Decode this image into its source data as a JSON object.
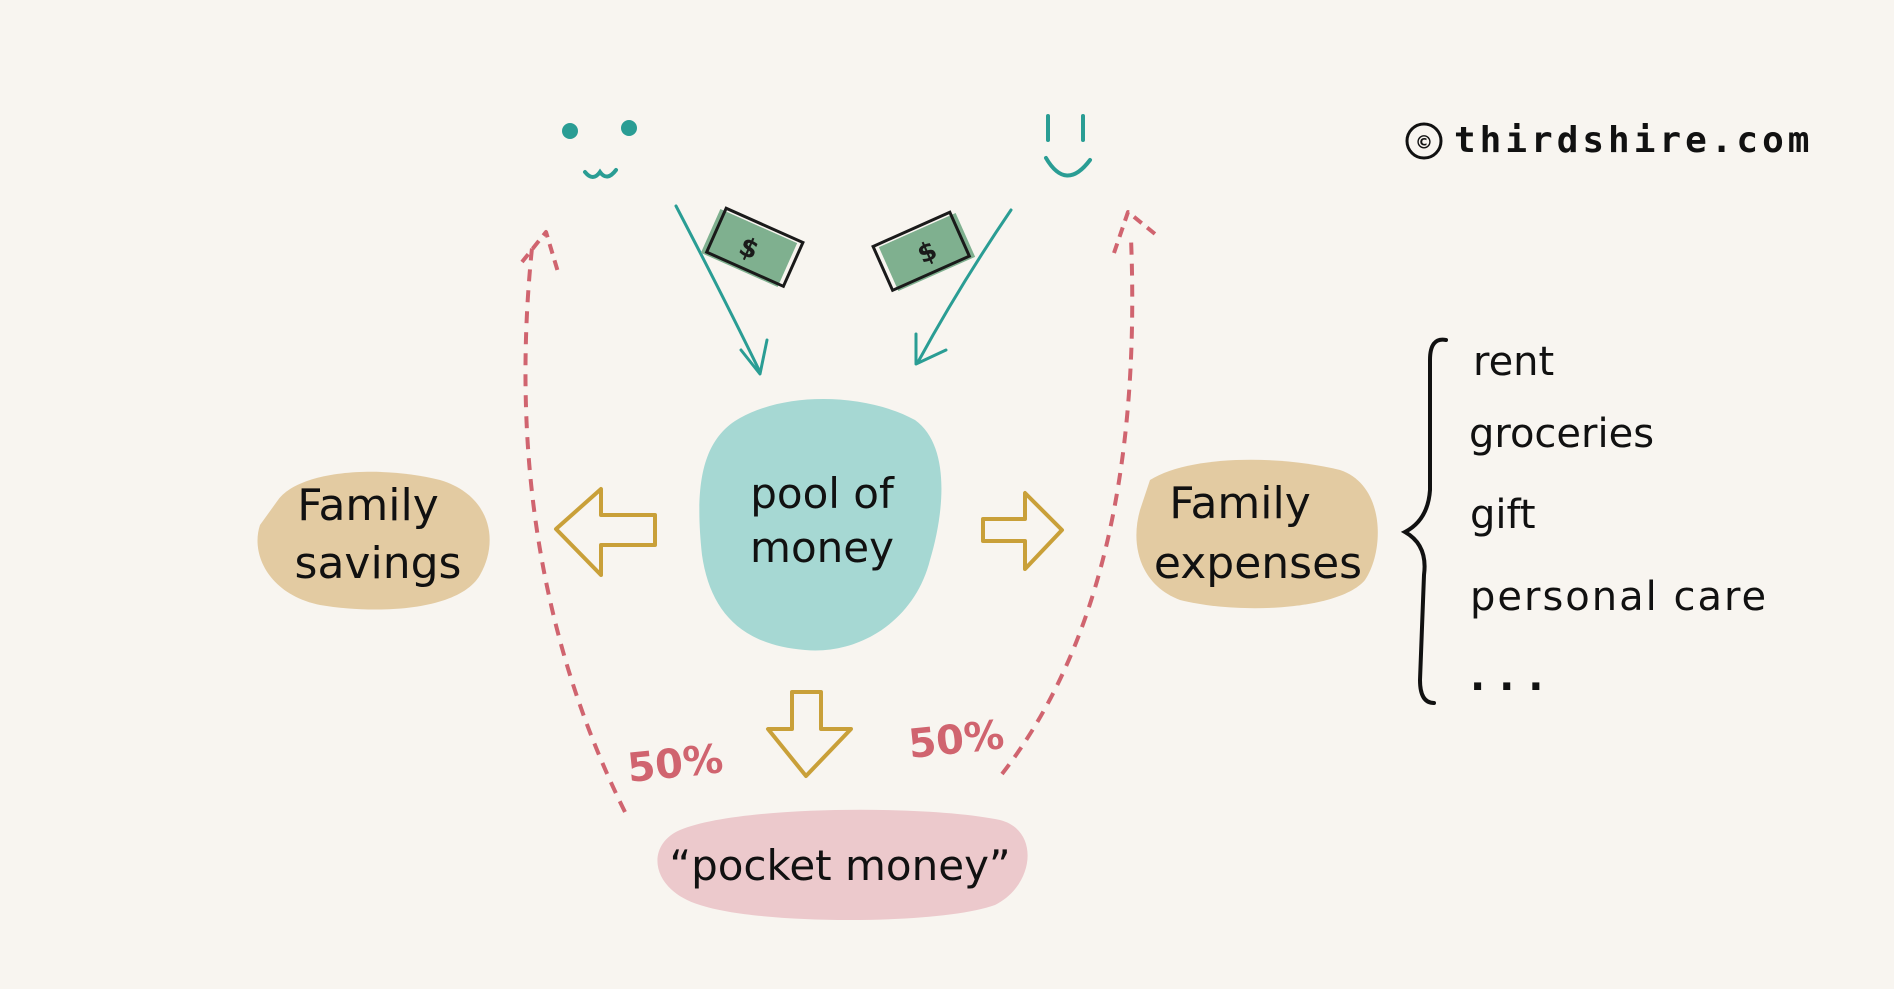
{
  "credit": {
    "symbol": "©",
    "text": "thirdshire.com"
  },
  "nodes": {
    "pool": {
      "line1": "pool of",
      "line2": "money"
    },
    "savings": {
      "line1": "Family",
      "line2": "savings"
    },
    "expenses": {
      "line1": "Family",
      "line2": "expenses"
    },
    "pocket": {
      "label": "“pocket money”"
    }
  },
  "split": {
    "left_pct": "50%",
    "right_pct": "50%"
  },
  "expense_items": [
    "rent",
    "groceries",
    "gift",
    "personal care",
    ". . ."
  ],
  "colors": {
    "background": "#f8f5f0",
    "teal": "#2a9d94",
    "pool_blob": "#a6d8d3",
    "tan_blob": "#e3cba2",
    "pink_blob": "#ecc9cc",
    "gold_arrow": "#c9a039",
    "red_dashed": "#d0646f",
    "money_green": "#7fb08f"
  },
  "icons": [
    "happy-face-icon-left",
    "smiley-face-icon-right",
    "dollar-bill-icon"
  ]
}
